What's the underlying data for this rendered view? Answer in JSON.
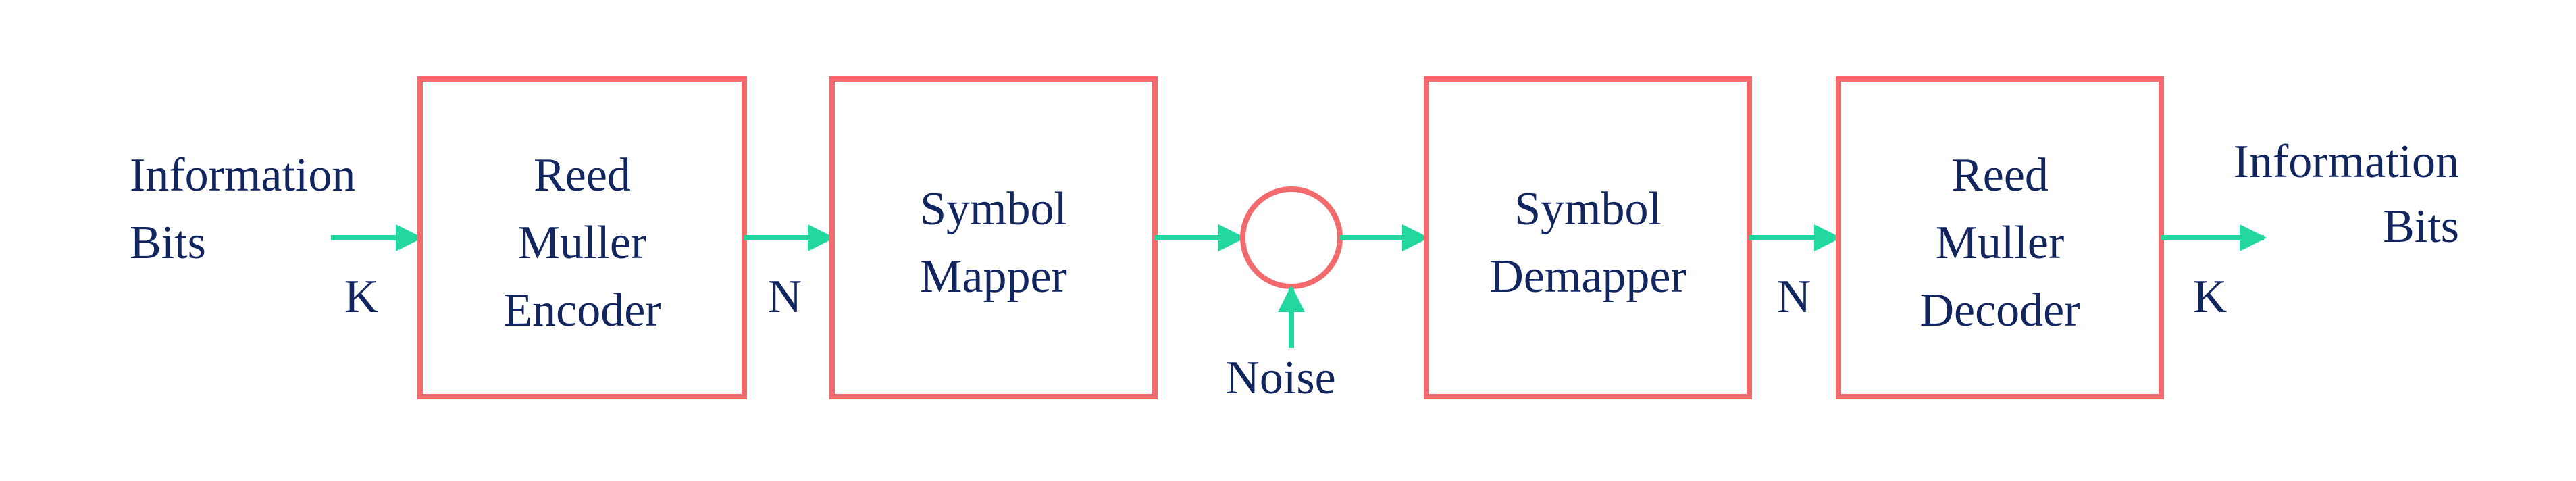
{
  "colors": {
    "box_stroke": "#f26a6c",
    "arrow": "#22d8a0",
    "text": "#12255e",
    "background": "#ffffff"
  },
  "input": {
    "label_line1": "Information",
    "label_line2": "Bits",
    "length": "K"
  },
  "blocks": {
    "encoder": {
      "line1": "Reed",
      "line2": "Muller",
      "line3": "Encoder"
    },
    "mapper": {
      "line1": "Symbol",
      "line2": "Mapper"
    },
    "demapper": {
      "line1": "Symbol",
      "line2": "Demapper"
    },
    "decoder": {
      "line1": "Reed",
      "line2": "Muller",
      "line3": "Decoder"
    }
  },
  "codeword_length_labels": {
    "after_encoder": "N",
    "after_demapper": "N"
  },
  "noise": {
    "label": "Noise",
    "node_icon": "circle-adder-icon"
  },
  "output": {
    "label_line1": "Information",
    "label_line2": "Bits",
    "length": "K"
  }
}
